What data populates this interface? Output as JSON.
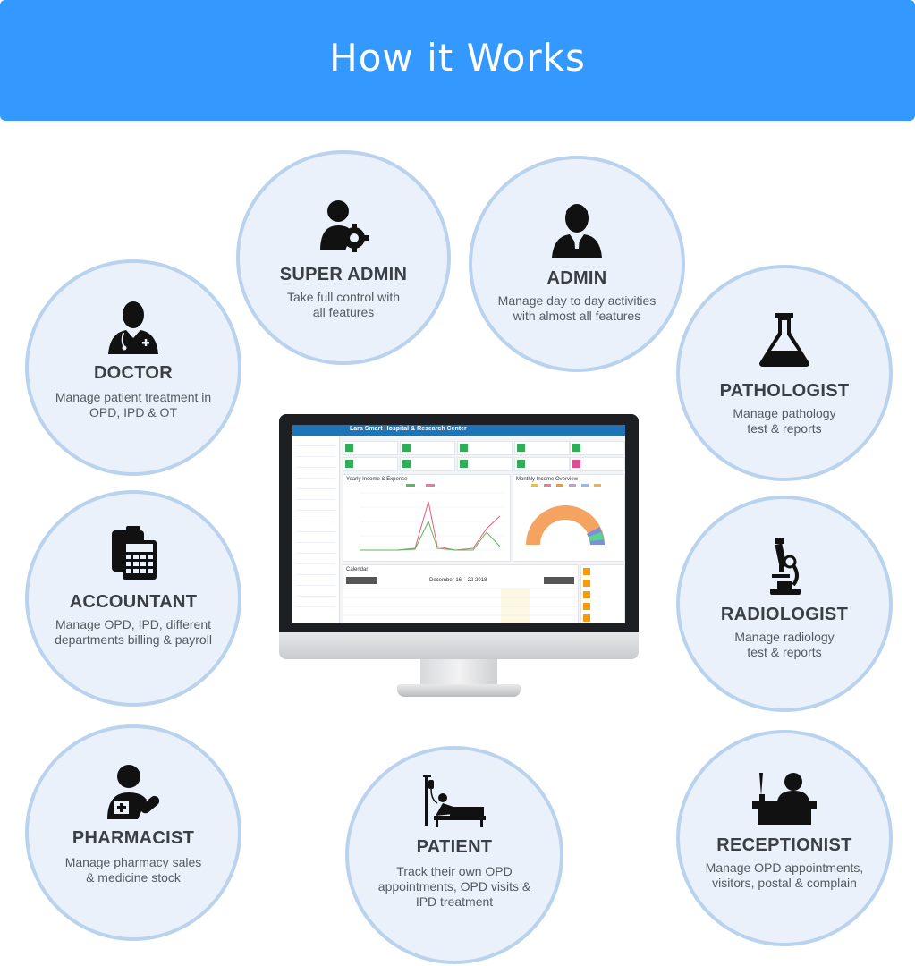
{
  "header": {
    "title": "How it Works"
  },
  "roles": [
    {
      "id": "super-admin",
      "name": "SUPER ADMIN",
      "desc": "Take full control with all features",
      "icon": "user-gear-icon"
    },
    {
      "id": "admin",
      "name": "ADMIN",
      "desc": "Manage day to day activities with almost all features",
      "icon": "admin-user-icon"
    },
    {
      "id": "doctor",
      "name": "DOCTOR",
      "desc": "Manage patient treatment in OPD, IPD & OT",
      "icon": "doctor-icon"
    },
    {
      "id": "pathologist",
      "name": "PATHOLOGIST",
      "desc": "Manage pathology test & reports",
      "icon": "flask-icon"
    },
    {
      "id": "accountant",
      "name": "ACCOUNTANT",
      "desc": "Manage OPD, IPD, different departments billing & payroll",
      "icon": "calculator-icon"
    },
    {
      "id": "radiologist",
      "name": "RADIOLOGIST",
      "desc": "Manage radiology test & reports",
      "icon": "microscope-icon"
    },
    {
      "id": "pharmacist",
      "name": "PHARMACIST",
      "desc": "Manage pharmacy sales & medicine stock",
      "icon": "pharmacist-icon"
    },
    {
      "id": "patient",
      "name": "PATIENT",
      "desc": "Track their own OPD appointments, OPD visits & IPD treatment",
      "icon": "patient-bed-icon"
    },
    {
      "id": "receptionist",
      "name": "RECEPTIONIST",
      "desc": "Manage OPD appointments, visitors, postal & complain",
      "icon": "receptionist-icon"
    }
  ],
  "monitor": {
    "app_title": "Lara Smart Hospital & Research Center",
    "chart1_title": "Yearly Income & Expense",
    "chart2_title": "Monthly Income Overview",
    "calendar_title": "Calendar",
    "calendar_range": "December 16 – 22 2018"
  }
}
